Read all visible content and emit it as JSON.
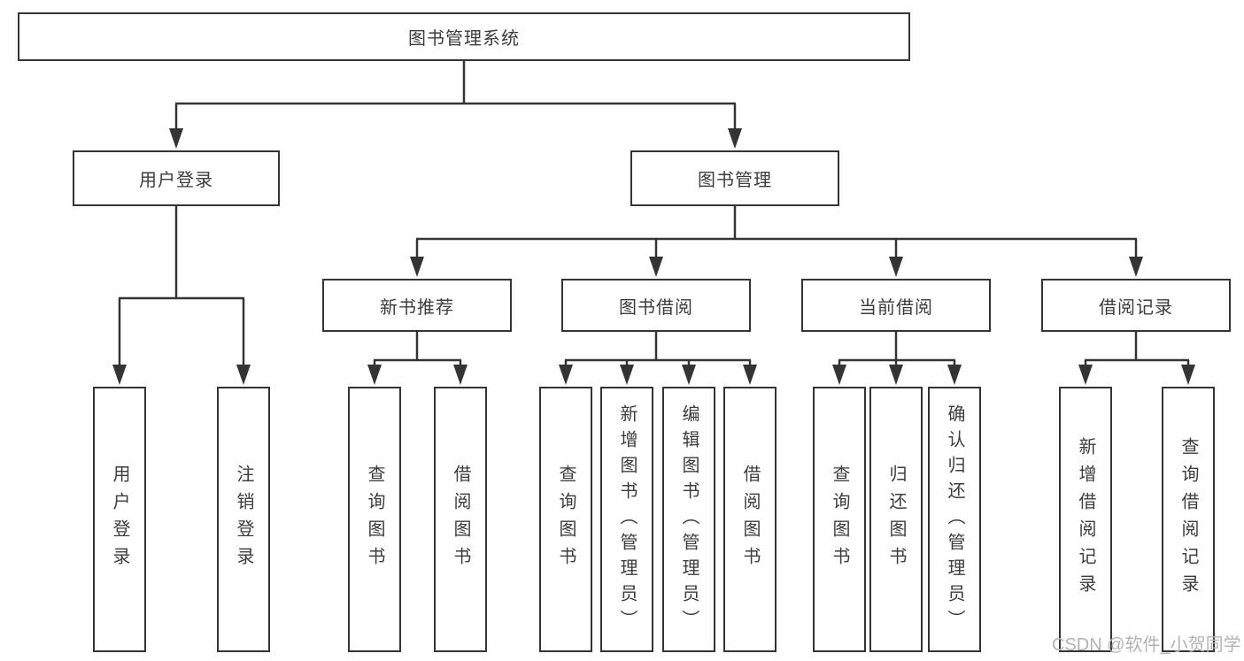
{
  "diagram": {
    "type": "hierarchy-tree",
    "title": "图书管理系统",
    "watermark": "CSDN @软件_小贺同学",
    "colors": {
      "line": "#343434",
      "border": "#343434",
      "text": "#3c3c3c",
      "background": "#ffffff",
      "watermark": "#b3b3b3"
    },
    "nodes": [
      {
        "id": "root",
        "label": "图书管理系统",
        "level": 1,
        "parent": null
      },
      {
        "id": "user-login",
        "label": "用户登录",
        "level": 2,
        "parent": "root"
      },
      {
        "id": "book-mgmt",
        "label": "图书管理",
        "level": 2,
        "parent": "root"
      },
      {
        "id": "new-book-rec",
        "label": "新书推荐",
        "level": 3,
        "parent": "book-mgmt"
      },
      {
        "id": "book-borrow",
        "label": "图书借阅",
        "level": 3,
        "parent": "book-mgmt"
      },
      {
        "id": "current-borrow",
        "label": "当前借阅",
        "level": 3,
        "parent": "book-mgmt"
      },
      {
        "id": "borrow-records",
        "label": "借阅记录",
        "level": 3,
        "parent": "book-mgmt"
      },
      {
        "id": "leaf-user-login",
        "label": "用户登录",
        "level": 4,
        "parent": "user-login"
      },
      {
        "id": "leaf-logout",
        "label": "注销登录",
        "level": 4,
        "parent": "user-login"
      },
      {
        "id": "leaf-query-book-rec",
        "label": "查询图书",
        "level": 4,
        "parent": "new-book-rec"
      },
      {
        "id": "leaf-borrow-book-rec",
        "label": "借阅图书",
        "level": 4,
        "parent": "new-book-rec"
      },
      {
        "id": "leaf-query-book-borrow",
        "label": "查询图书",
        "level": 4,
        "parent": "book-borrow"
      },
      {
        "id": "leaf-add-book",
        "label": "新增图书（管理员）",
        "level": 4,
        "parent": "book-borrow"
      },
      {
        "id": "leaf-edit-book",
        "label": "编辑图书（管理员）",
        "level": 4,
        "parent": "book-borrow"
      },
      {
        "id": "leaf-borrow-book",
        "label": "借阅图书",
        "level": 4,
        "parent": "book-borrow"
      },
      {
        "id": "leaf-query-book-cur",
        "label": "查询图书",
        "level": 4,
        "parent": "current-borrow"
      },
      {
        "id": "leaf-return-book",
        "label": "归还图书",
        "level": 4,
        "parent": "current-borrow"
      },
      {
        "id": "leaf-confirm-return",
        "label": "确认归还（管理员）",
        "level": 4,
        "parent": "current-borrow"
      },
      {
        "id": "leaf-add-borrow-record",
        "label": "新增借阅记录",
        "level": 4,
        "parent": "borrow-records"
      },
      {
        "id": "leaf-query-borrow-record",
        "label": "查询借阅记录",
        "level": 4,
        "parent": "borrow-records"
      }
    ]
  }
}
